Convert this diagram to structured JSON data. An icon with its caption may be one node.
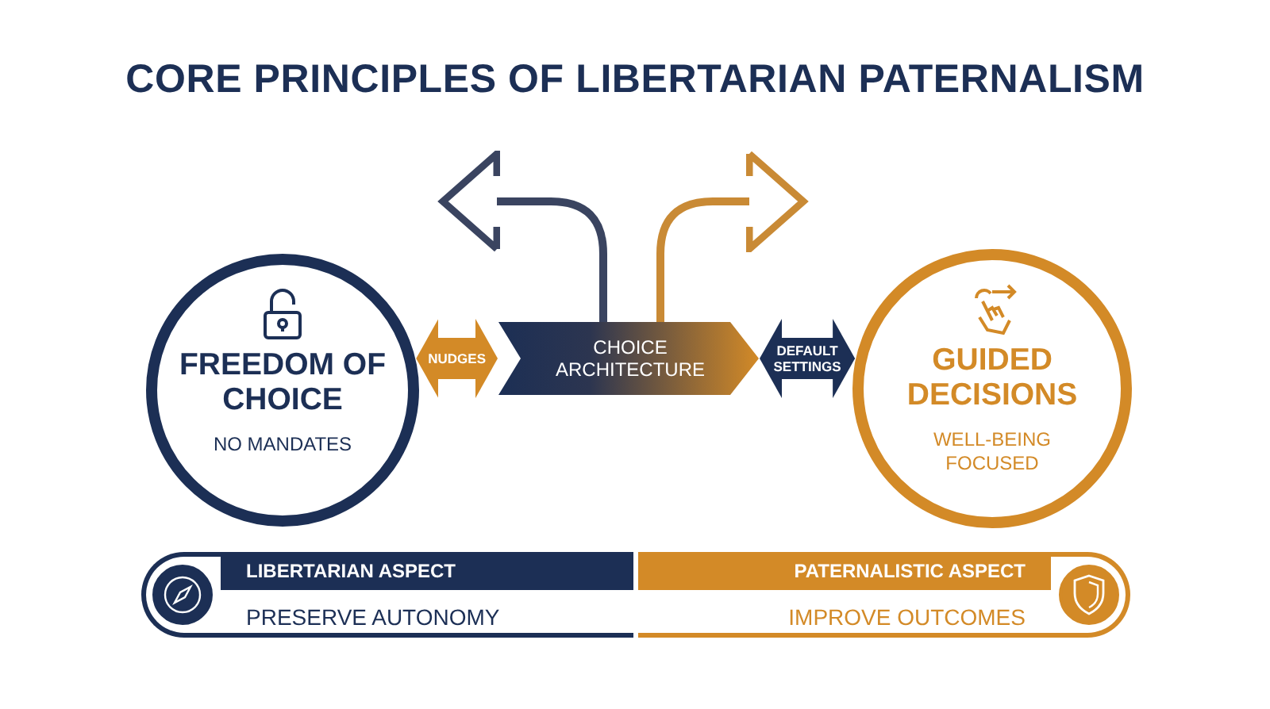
{
  "diagram": {
    "title": "CORE PRINCIPLES OF LIBERTARIAN PATERNALISM",
    "nodes": [
      {
        "text": [
          "FREEDOM OF CHOICE",
          "NO MANDATES"
        ]
      },
      {
        "text": [
          "CHOICE ARCHITECTURE"
        ]
      },
      {
        "text": [
          "GUIDED DECISIONS",
          "WELL-BEING FOCUSED"
        ]
      },
      {
        "text": [
          "LIBERTARIAN ASPECT",
          "PRESERVE AUTONOMY"
        ]
      },
      {
        "text": [
          "PATERNALISTIC ASPECT",
          "IMPROVE OUTCOMES"
        ]
      }
    ],
    "edges": [
      {
        "from": 0,
        "to": 1,
        "arrow": "both",
        "label": "NUDGES",
        "style": "thick",
        "color": "#d38a27"
      },
      {
        "from": 1,
        "to": 2,
        "arrow": "both",
        "label": "DEFAULT SETTINGS",
        "style": "thick",
        "color": "#1c2f55"
      },
      {
        "from": 1,
        "to": null,
        "arrow": "to",
        "color": "#3a4460"
      },
      {
        "from": 1,
        "to": null,
        "arrow": "to",
        "color": "#c98a35"
      }
    ]
  }
}
